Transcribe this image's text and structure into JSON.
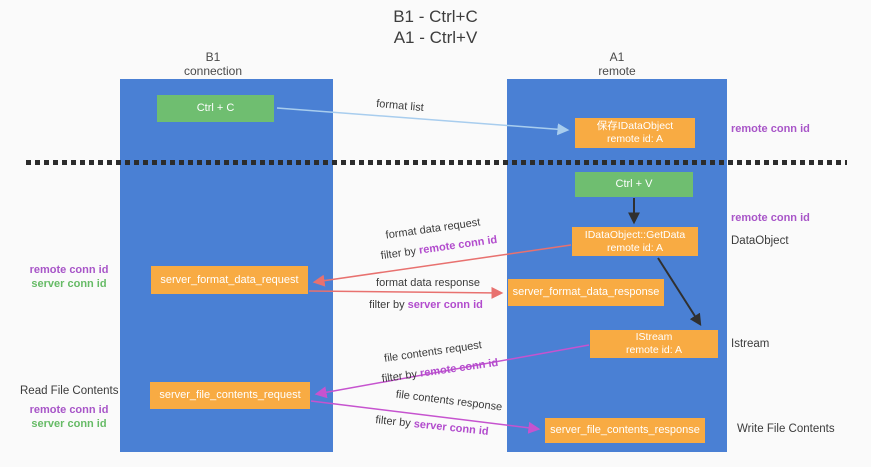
{
  "title": {
    "line1": "B1 - Ctrl+C",
    "line2": "A1 - Ctrl+V"
  },
  "lanes": {
    "left": {
      "name": "B1",
      "role": "connection"
    },
    "right": {
      "name": "A1",
      "role": "remote"
    }
  },
  "nodes": {
    "ctrl_c": {
      "label": "Ctrl + C"
    },
    "ctrl_v": {
      "label": "Ctrl + V"
    },
    "save_dataobject": {
      "line1": "保存IDataObject",
      "line2": "remote id: A"
    },
    "getdata": {
      "line1": "IDataObject::GetData",
      "line2": "remote id: A"
    },
    "istream": {
      "line1": "IStream",
      "line2": "remote id: A"
    },
    "format_request": {
      "label": "server_format_data_request"
    },
    "format_response": {
      "label": "server_format_data_response"
    },
    "file_request": {
      "label": "server_file_contents_request"
    },
    "file_response": {
      "label": "server_file_contents_response"
    }
  },
  "edge_labels": {
    "format_list": "format list",
    "format_data_request": "format data request",
    "format_data_response": "format data response",
    "file_contents_request": "file contents request",
    "file_contents_response": "file contents response",
    "filter_by": "filter by",
    "remote_conn_id": "remote conn id",
    "server_conn_id": "server conn id"
  },
  "side_labels": {
    "remote_conn_id": "remote conn id",
    "server_conn_id": "server conn id",
    "dataobject": "DataObject",
    "istream": "Istream",
    "read_file_contents": "Read File Contents",
    "write_file_contents": "Write File Contents"
  },
  "colors": {
    "background": "#fafafa",
    "column_blue": "#4a80d4",
    "node_green": "#6fbe70",
    "node_orange": "#f8ab43",
    "arrow_red": "#e8716f",
    "arrow_magenta": "#c653cf",
    "arrow_light_blue": "#a8cdee",
    "arrow_black": "#303030",
    "text_purple_side": "#a855c8",
    "text_purple_inline": "#b24ccd",
    "text_green": "#66bb66",
    "text_dark": "#3b3b3b"
  }
}
